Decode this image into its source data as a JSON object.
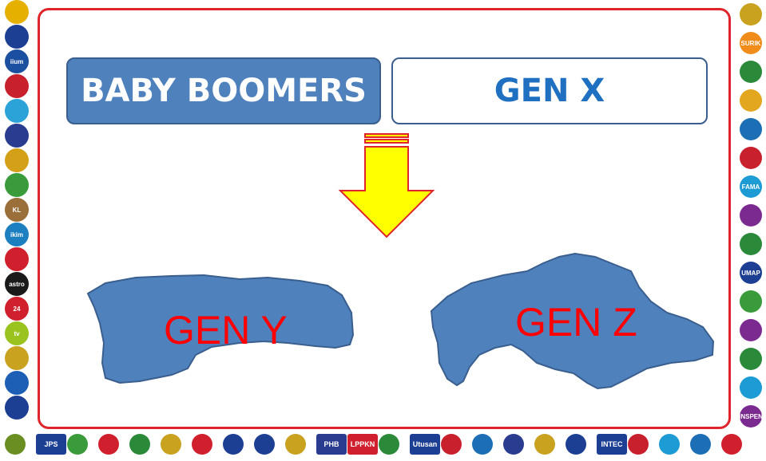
{
  "slide": {
    "boxes": {
      "baby_boomers": "BABY BOOMERS",
      "gen_x": "GEN X"
    },
    "shapes": {
      "gen_y": "GEN Y",
      "gen_z": "GEN Z"
    }
  },
  "logos": {
    "left": [
      {
        "name": "crest-icon",
        "text": "",
        "color": "#e5b000"
      },
      {
        "name": "blue-seal-icon",
        "text": "",
        "color": "#1c3f94"
      },
      {
        "name": "iium-logo",
        "text": "iium",
        "color": "#1b4fa0"
      },
      {
        "name": "red-banner-logo",
        "text": "",
        "color": "#c8202d"
      },
      {
        "name": "shield-logo",
        "text": "",
        "color": "#2ba3d9"
      },
      {
        "name": "stripes-logo",
        "text": "",
        "color": "#2a3c8f"
      },
      {
        "name": "coat-of-arms-icon",
        "text": "",
        "color": "#d4a017"
      },
      {
        "name": "leaf-logo",
        "text": "",
        "color": "#3a9b3a"
      },
      {
        "name": "klmuc-logo",
        "text": "KL",
        "color": "#9b6f3a"
      },
      {
        "name": "ikim-logo",
        "text": "ikim",
        "color": "#1c7fc0"
      },
      {
        "name": "tv-alhijrah-logo",
        "text": "",
        "color": "#d0202d"
      },
      {
        "name": "astro-logo",
        "text": "astro",
        "color": "#1a1a1a"
      },
      {
        "name": "news24-logo",
        "text": "24",
        "color": "#d0202d"
      },
      {
        "name": "tv9-logo",
        "text": "tv",
        "color": "#9bc31f"
      },
      {
        "name": "gold-logo",
        "text": "",
        "color": "#c9a21f"
      },
      {
        "name": "tv3-logo",
        "text": "",
        "color": "#1c5fb5"
      },
      {
        "name": "ntv-logo",
        "text": "",
        "color": "#1c3f94"
      }
    ],
    "right": [
      {
        "name": "gold-seal-icon",
        "text": "",
        "color": "#c9a21f"
      },
      {
        "name": "surik-logo",
        "text": "SURIK",
        "color": "#f08c1a"
      },
      {
        "name": "round-crest-icon",
        "text": "",
        "color": "#2a8a3a"
      },
      {
        "name": "gold-square-logo",
        "text": "",
        "color": "#e2a71f"
      },
      {
        "name": "blue-circle-logo",
        "text": "",
        "color": "#1c6fb5"
      },
      {
        "name": "mapim-logo",
        "text": "",
        "color": "#c8202d"
      },
      {
        "name": "fama-logo",
        "text": "FAMA",
        "color": "#1c9bd4"
      },
      {
        "name": "purple-circle-logo",
        "text": "",
        "color": "#7b2a8f"
      },
      {
        "name": "green-seal-logo",
        "text": "",
        "color": "#2a8a3a"
      },
      {
        "name": "umap-logo",
        "text": "UMAP",
        "color": "#1c3f94"
      },
      {
        "name": "earth-logo",
        "text": "",
        "color": "#3a9b3a"
      },
      {
        "name": "badge-logo",
        "text": "",
        "color": "#7b2a8f"
      },
      {
        "name": "green-round-logo",
        "text": "",
        "color": "#2a8a3a"
      },
      {
        "name": "diamond-logo",
        "text": "",
        "color": "#1c9bd4"
      },
      {
        "name": "inspen-logo",
        "text": "INSPEN",
        "color": "#7b2a8f"
      }
    ],
    "bottom": [
      {
        "name": "green-logo",
        "text": "",
        "color": "#6b8e23"
      },
      {
        "name": "jps-logo",
        "text": "JPS",
        "color": "#1c3f94"
      },
      {
        "name": "triangle-logo",
        "text": "",
        "color": "#3a9b3a"
      },
      {
        "name": "pinky-logo",
        "text": "",
        "color": "#d0202d"
      },
      {
        "name": "tabung-logo",
        "text": "",
        "color": "#2a8a3a"
      },
      {
        "name": "jabatan-logo",
        "text": "",
        "color": "#c9a21f"
      },
      {
        "name": "dbkl-logo",
        "text": "",
        "color": "#d0202d"
      },
      {
        "name": "seal-logo",
        "text": "",
        "color": "#1c3f94"
      },
      {
        "name": "police-logo",
        "text": "",
        "color": "#1c3f94"
      },
      {
        "name": "army-logo",
        "text": "",
        "color": "#c9a21f"
      },
      {
        "name": "phb-logo",
        "text": "PHB",
        "color": "#2a3c8f"
      },
      {
        "name": "lppkn-logo",
        "text": "LPPKN",
        "color": "#d0202d"
      },
      {
        "name": "crest-bottom-logo",
        "text": "",
        "color": "#2a8a3a"
      },
      {
        "name": "utusan-logo",
        "text": "Utusan",
        "color": "#1c3f94"
      },
      {
        "name": "putra-logo",
        "text": "",
        "color": "#c8202d"
      },
      {
        "name": "round-bottom-logo",
        "text": "",
        "color": "#1c6fb5"
      },
      {
        "name": "ship-logo",
        "text": "",
        "color": "#2a3c8f"
      },
      {
        "name": "shield-bottom-logo",
        "text": "",
        "color": "#c9a21f"
      },
      {
        "name": "lhdn-logo",
        "text": "",
        "color": "#1c3f94"
      },
      {
        "name": "intec-logo",
        "text": "INTEC",
        "color": "#1c3f94"
      },
      {
        "name": "toyota-logo",
        "text": "",
        "color": "#c8202d"
      },
      {
        "name": "script-logo",
        "text": "",
        "color": "#1c9bd4"
      },
      {
        "name": "wave-logo",
        "text": "",
        "color": "#1c6fb5"
      },
      {
        "name": "last-logo",
        "text": "",
        "color": "#d0202d"
      }
    ]
  }
}
